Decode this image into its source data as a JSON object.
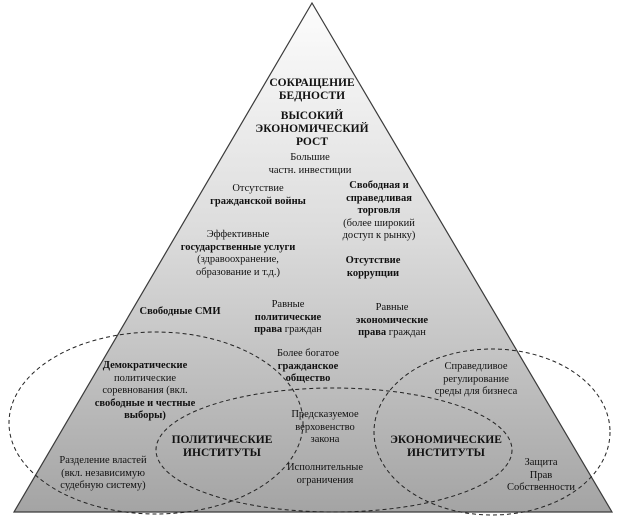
{
  "colors": {
    "pyramid_top": "#fdfdfd",
    "pyramid_bottom": "#a4a4a4",
    "outline": "#3a3a3a",
    "text": "#111111"
  },
  "labels": {
    "poverty_line1": "СОКРАЩЕНИЕ",
    "poverty_line2": "БЕДНОСТИ",
    "growth_line1": "ВЫСОКИЙ",
    "growth_line2": "ЭКОНОМИЧЕСКИЙ",
    "growth_line3": "РОСТ",
    "investment_line1": "Большие",
    "investment_line2": "частн. инвестиции",
    "no_war_line1": "Отсутствие",
    "no_war_line2": "гражданской войны",
    "trade_line1": "Свободная и",
    "trade_line2": "справедливая",
    "trade_line3": "торговля",
    "trade_line4": "(более широкий",
    "trade_line5": "доступ к рынку)",
    "services_line1": "Эффективные",
    "services_line2": "государственные услуги",
    "services_line3": "(здравоохранение,",
    "services_line4": "образование и т.д.)",
    "no_corruption_line1": "Отсутствие",
    "no_corruption_line2": "коррупции",
    "free_media": "Свободные СМИ",
    "political_rights_line1": "Равные",
    "political_rights_line2": "политические",
    "political_rights_line3a": "права",
    "political_rights_line3b": " граждан",
    "economic_rights_line1": "Равные",
    "economic_rights_line2": "экономические",
    "economic_rights_line3a": "права",
    "economic_rights_line3b": " граждан",
    "civil_society_line1": "Более богатое",
    "civil_society_line2": "гражданское",
    "civil_society_line3": "общество",
    "democratic_line1": "Демократические",
    "democratic_line2": "политические",
    "democratic_line3": "соревнования (вкл.",
    "democratic_line4": "свободные и честные",
    "democratic_line5": "выборы)",
    "regulation_line1": "Справедливое",
    "regulation_line2": "регулирование",
    "regulation_line3": "среды для бизнеса",
    "rule_of_law_line1": "Предсказуемое",
    "rule_of_law_line2": "верховенство",
    "rule_of_law_line3": "закона",
    "political_inst_line1": "ПОЛИТИЧЕСКИЕ",
    "political_inst_line2": "ИНСТИТУТЫ",
    "economic_inst_line1": "ЭКОНОМИЧЕСКИЕ",
    "economic_inst_line2": "ИНСТИТУТЫ",
    "separation_line1": "Разделение властей",
    "separation_line2": "(вкл. независимую",
    "separation_line3": "судебную систему)",
    "executive_line1": "Исполнительные",
    "executive_line2": "ограничения",
    "property_line1": "Защита",
    "property_line2": "Прав",
    "property_line3": "Собственности"
  }
}
